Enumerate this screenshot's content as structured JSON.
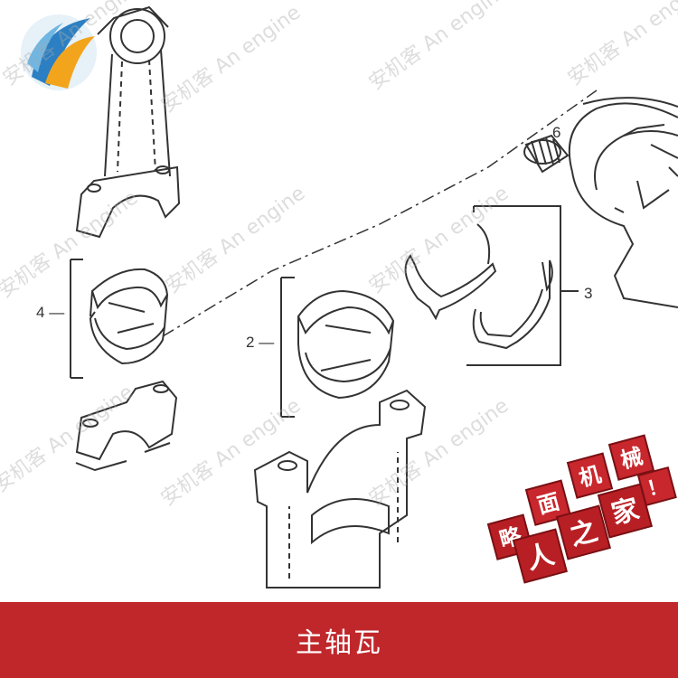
{
  "callouts": {
    "n2": "2",
    "n3": "3",
    "n4": "4",
    "n6": "6"
  },
  "footer_title": "主轴瓦",
  "watermark_text": "安机客 An engine",
  "stamp": {
    "chars": [
      "略",
      "面",
      "机",
      "械",
      "人",
      "之",
      "家",
      "！"
    ],
    "color": "#c0272b"
  },
  "colors": {
    "footer": "#c0272b",
    "line": "#333333"
  }
}
